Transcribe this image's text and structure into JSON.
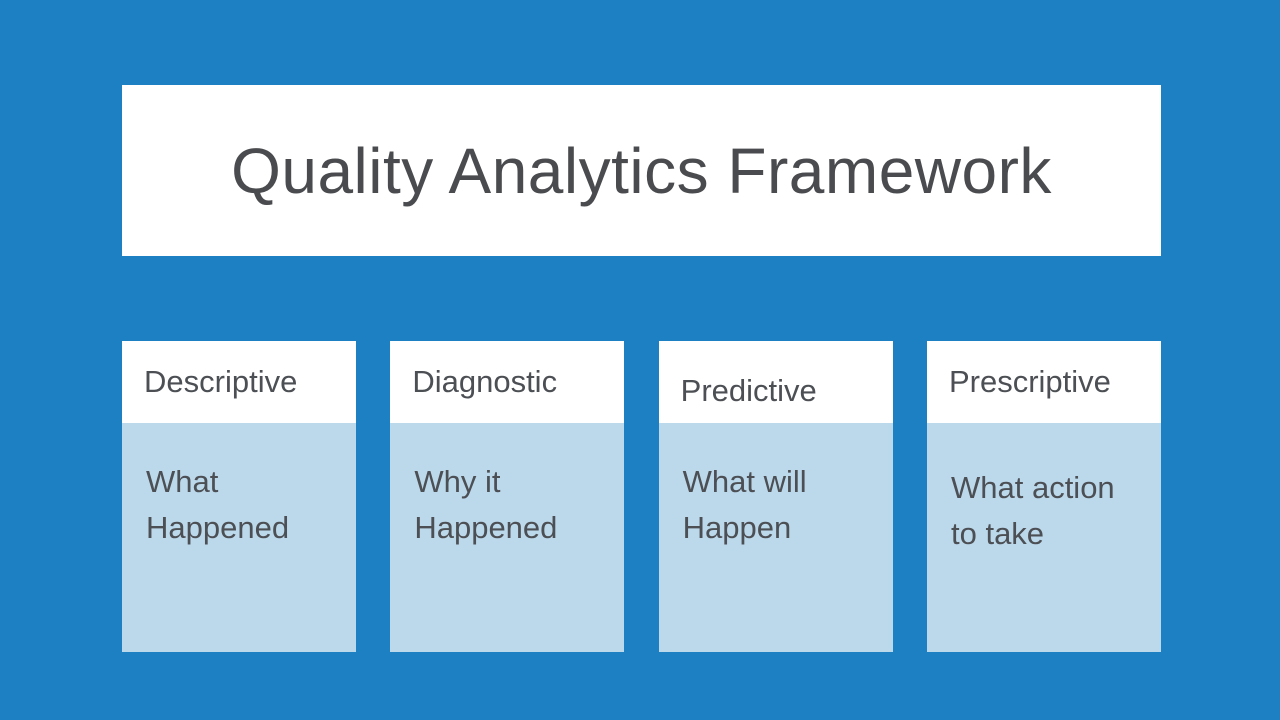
{
  "slide": {
    "title": "Quality Analytics Framework",
    "colors": {
      "background_blue": "#1d80c3",
      "panel_white": "#ffffff",
      "card_body_blue": "#bcd9ec",
      "text_gray": "#4c4f54"
    },
    "cards": [
      {
        "heading": "Descriptive",
        "description": "What\nHappened"
      },
      {
        "heading": "Diagnostic",
        "description": "Why it\nHappened"
      },
      {
        "heading": "Predictive",
        "description": "What will\nHappen"
      },
      {
        "heading": "Prescriptive",
        "description": "What action\nto take"
      }
    ]
  }
}
